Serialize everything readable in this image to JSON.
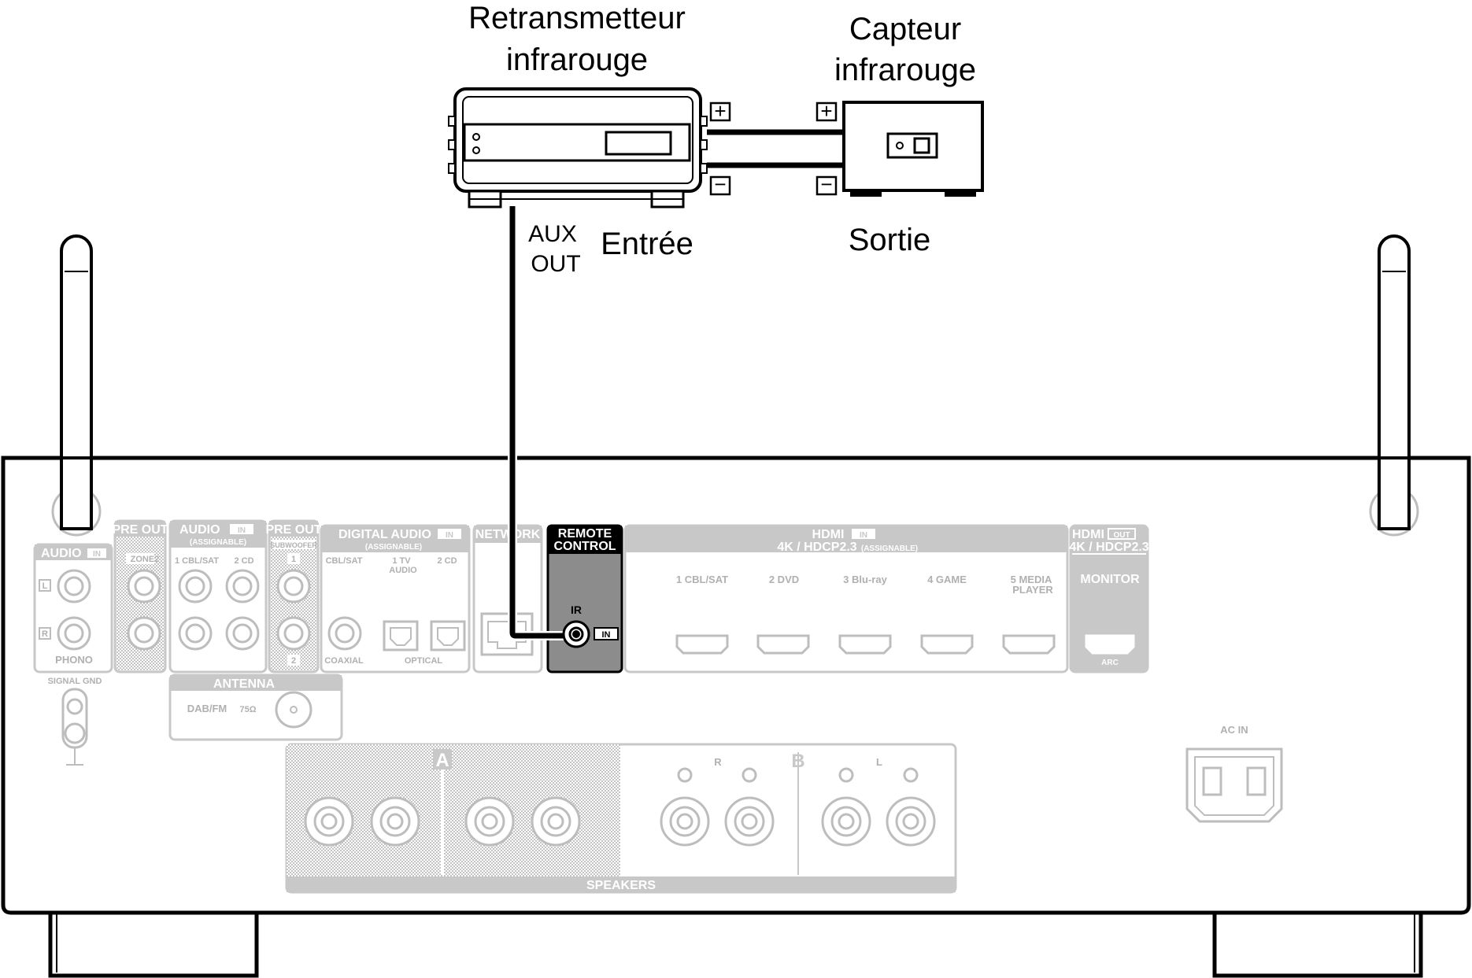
{
  "diagram": {
    "ir_repeater": {
      "label_line1": "Retransmetteur",
      "label_line2": "infrarouge"
    },
    "ir_sensor": {
      "label_line1": "Capteur",
      "label_line2": "infrarouge"
    },
    "input_label": "Entrée",
    "output_label": "Sortie",
    "aux_out_line1": "AUX",
    "aux_out_line2": "OUT",
    "plus_sign": "+",
    "minus_sign": "−"
  },
  "receiver": {
    "audio_in": {
      "title": "AUDIO",
      "badge": "IN",
      "left": "L",
      "right": "R",
      "phono": "PHONO",
      "signal_gnd": "SIGNAL GND"
    },
    "pre_out_zone2": {
      "title": "PRE OUT",
      "zone": "ZONE2"
    },
    "audio_assignable": {
      "title": "AUDIO",
      "badge": "IN",
      "sub": "(ASSIGNABLE)",
      "ch1": "1 CBL/SAT",
      "ch2": "2  CD"
    },
    "pre_out_sub": {
      "title": "PRE OUT",
      "sub": "SUBWOOFER",
      "n1": "1",
      "n2": "2"
    },
    "digital_audio": {
      "title": "DIGITAL AUDIO",
      "badge": "IN",
      "sub": "(ASSIGNABLE)",
      "c1": "CBL/SAT",
      "c2": "1  TV",
      "c2b": "AUDIO",
      "c3": "2  CD",
      "coaxial": "COAXIAL",
      "optical": "OPTICAL"
    },
    "network": {
      "title": "NETWORK"
    },
    "remote_control": {
      "title_line1": "REMOTE",
      "title_line2": "CONTROL",
      "ir": "IR",
      "in": "IN"
    },
    "hdmi_in": {
      "title": "HDMI",
      "badge": "IN",
      "sub": "4K / HDCP2.3",
      "sub2": "(ASSIGNABLE)",
      "ports": [
        "1  CBL/SAT",
        "2  DVD",
        "3  Blu-ray",
        "4  GAME",
        "5  MEDIA"
      ],
      "port5b": "PLAYER"
    },
    "hdmi_out": {
      "title": "HDMI",
      "badge": "OUT",
      "sub": "4K / HDCP2.3",
      "monitor": "MONITOR",
      "arc": "ARC"
    },
    "antenna": {
      "title": "ANTENNA",
      "band": "DAB/FM",
      "ohm": "75Ω"
    },
    "speakers": {
      "title": "SPEAKERS",
      "zone_a": "A",
      "zone_b": "B",
      "r": "R",
      "l": "L"
    },
    "ac_in": "AC IN"
  },
  "colors": {
    "line": "#000000",
    "panel_grey": "#c8c8c8",
    "panel_light": "#d9d9d9",
    "remote_bg": "#8c8c8c",
    "outline_grey": "#bdbdbd"
  }
}
